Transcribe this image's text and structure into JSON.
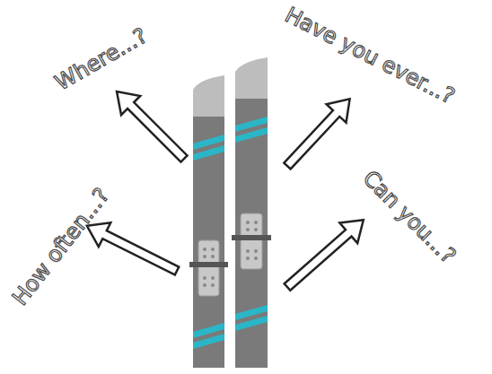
{
  "diagram": {
    "labels": [
      "Where...?",
      "Have you ever...?",
      "How often...?",
      "Can you...?"
    ]
  }
}
